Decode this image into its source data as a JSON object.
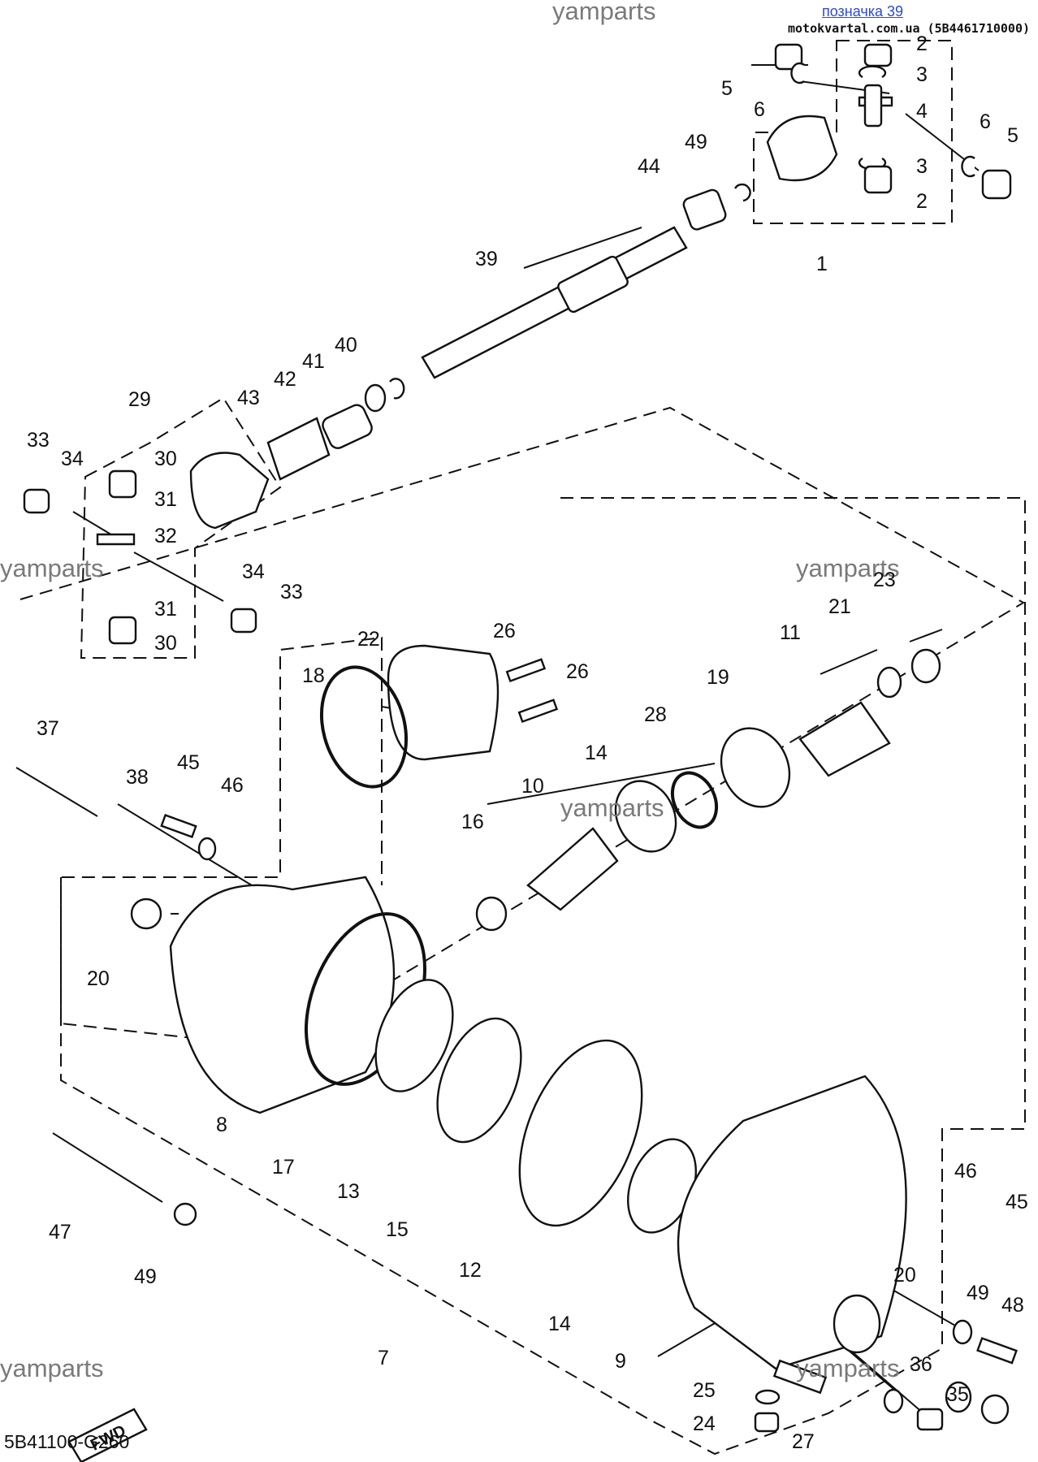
{
  "header": {
    "link_text": "позначка 39",
    "site_text": "motokvartal.com.ua (5B4461710000)"
  },
  "watermarks": [
    "yamparts",
    "yamparts",
    "yamparts",
    "yamparts",
    "yamparts",
    "yamparts"
  ],
  "diagram_code": "5B41100-G260",
  "fwd_label": "FWD",
  "callouts": [
    "1",
    "2",
    "2",
    "3",
    "3",
    "4",
    "5",
    "5",
    "6",
    "6",
    "7",
    "8",
    "9",
    "10",
    "11",
    "12",
    "13",
    "14",
    "14",
    "15",
    "16",
    "17",
    "18",
    "19",
    "20",
    "20",
    "21",
    "22",
    "23",
    "24",
    "25",
    "26",
    "26",
    "27",
    "28",
    "29",
    "30",
    "30",
    "31",
    "31",
    "32",
    "33",
    "33",
    "34",
    "34",
    "35",
    "36",
    "37",
    "38",
    "39",
    "40",
    "41",
    "42",
    "43",
    "44",
    "45",
    "45",
    "46",
    "46",
    "47",
    "48",
    "49",
    "49",
    "49"
  ]
}
